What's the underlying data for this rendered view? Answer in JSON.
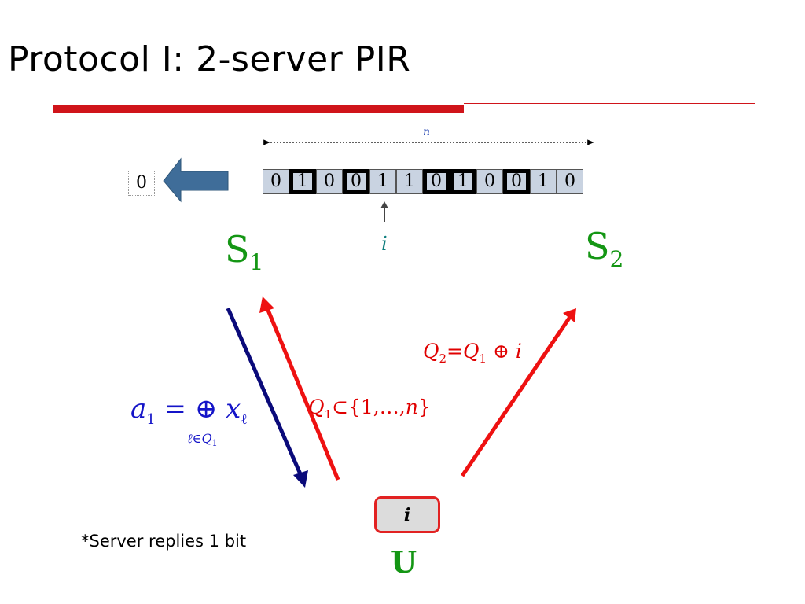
{
  "title": "Protocol I: 2-server PIR",
  "database": {
    "length_label": "n",
    "bits": [
      "0",
      "1",
      "0",
      "0",
      "1",
      "1",
      "0",
      "1",
      "0",
      "0",
      "1",
      "0"
    ],
    "selected": [
      false,
      true,
      false,
      true,
      false,
      false,
      true,
      true,
      false,
      true,
      false,
      false
    ],
    "index_label": "i"
  },
  "answer_bit": "0",
  "servers": {
    "s1": {
      "name": "S",
      "sub": "1"
    },
    "s2": {
      "name": "S",
      "sub": "2"
    }
  },
  "query2": {
    "q": "Q",
    "sub": "2",
    "eq": "=",
    "q1": "Q",
    "sub1": "1",
    "op": " ⊕ ",
    "i": "i"
  },
  "query1": {
    "q": "Q",
    "sub": "1",
    "rest_a": "⊂{1,…,",
    "n": "n",
    "rest_b": "}"
  },
  "answer": {
    "a": "a",
    "sub": "1",
    "eq": " = ⊕ ",
    "x": "x",
    "xsub": "ℓ",
    "under": "ℓ∈Q",
    "under_sub": "1"
  },
  "user": {
    "index": "i",
    "label": "U"
  },
  "note": "*Server replies 1 bit",
  "colors": {
    "accent_red": "#d0141a",
    "server_green": "#149614",
    "answer_blue": "#1414c8",
    "arrow_navy": "#0a0a7a",
    "bit_cell": "#c9d3e1",
    "left_arrow": "#3f6d99"
  }
}
